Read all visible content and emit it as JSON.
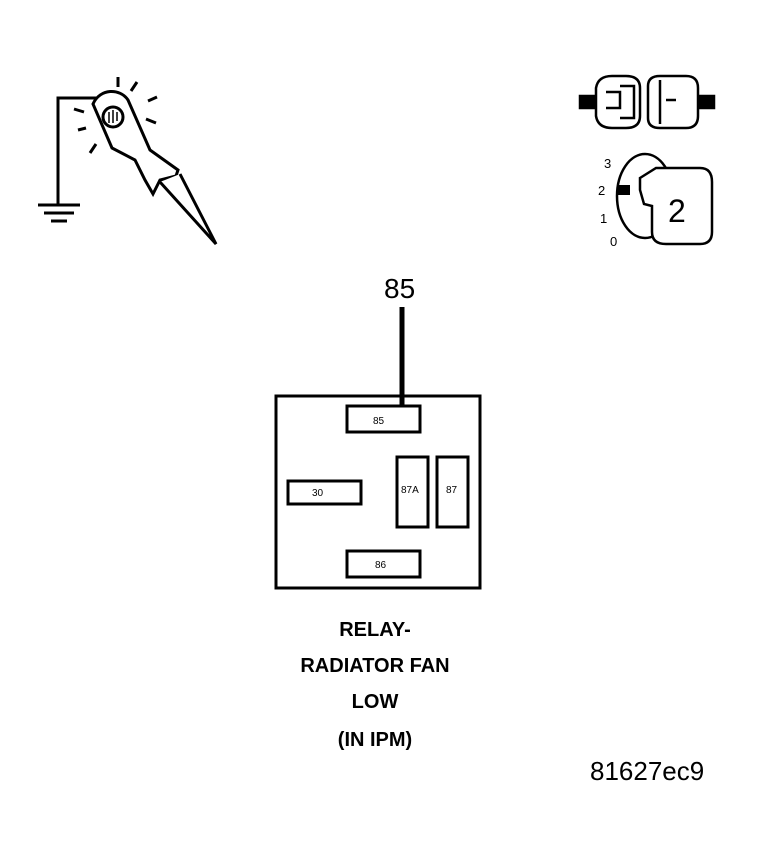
{
  "pointer": {
    "terminal": "85"
  },
  "relay_pins": {
    "pin_85": "85",
    "pin_30": "30",
    "pin_87a": "87A",
    "pin_87": "87",
    "pin_86": "86"
  },
  "ignition_switch": {
    "positions": [
      "3",
      "2",
      "1",
      "0"
    ],
    "selected": "2"
  },
  "caption": {
    "line1": "RELAY-",
    "line2": "RADIATOR FAN",
    "line3": "LOW",
    "line4": "(IN IPM)"
  },
  "figure_id": "81627ec9"
}
